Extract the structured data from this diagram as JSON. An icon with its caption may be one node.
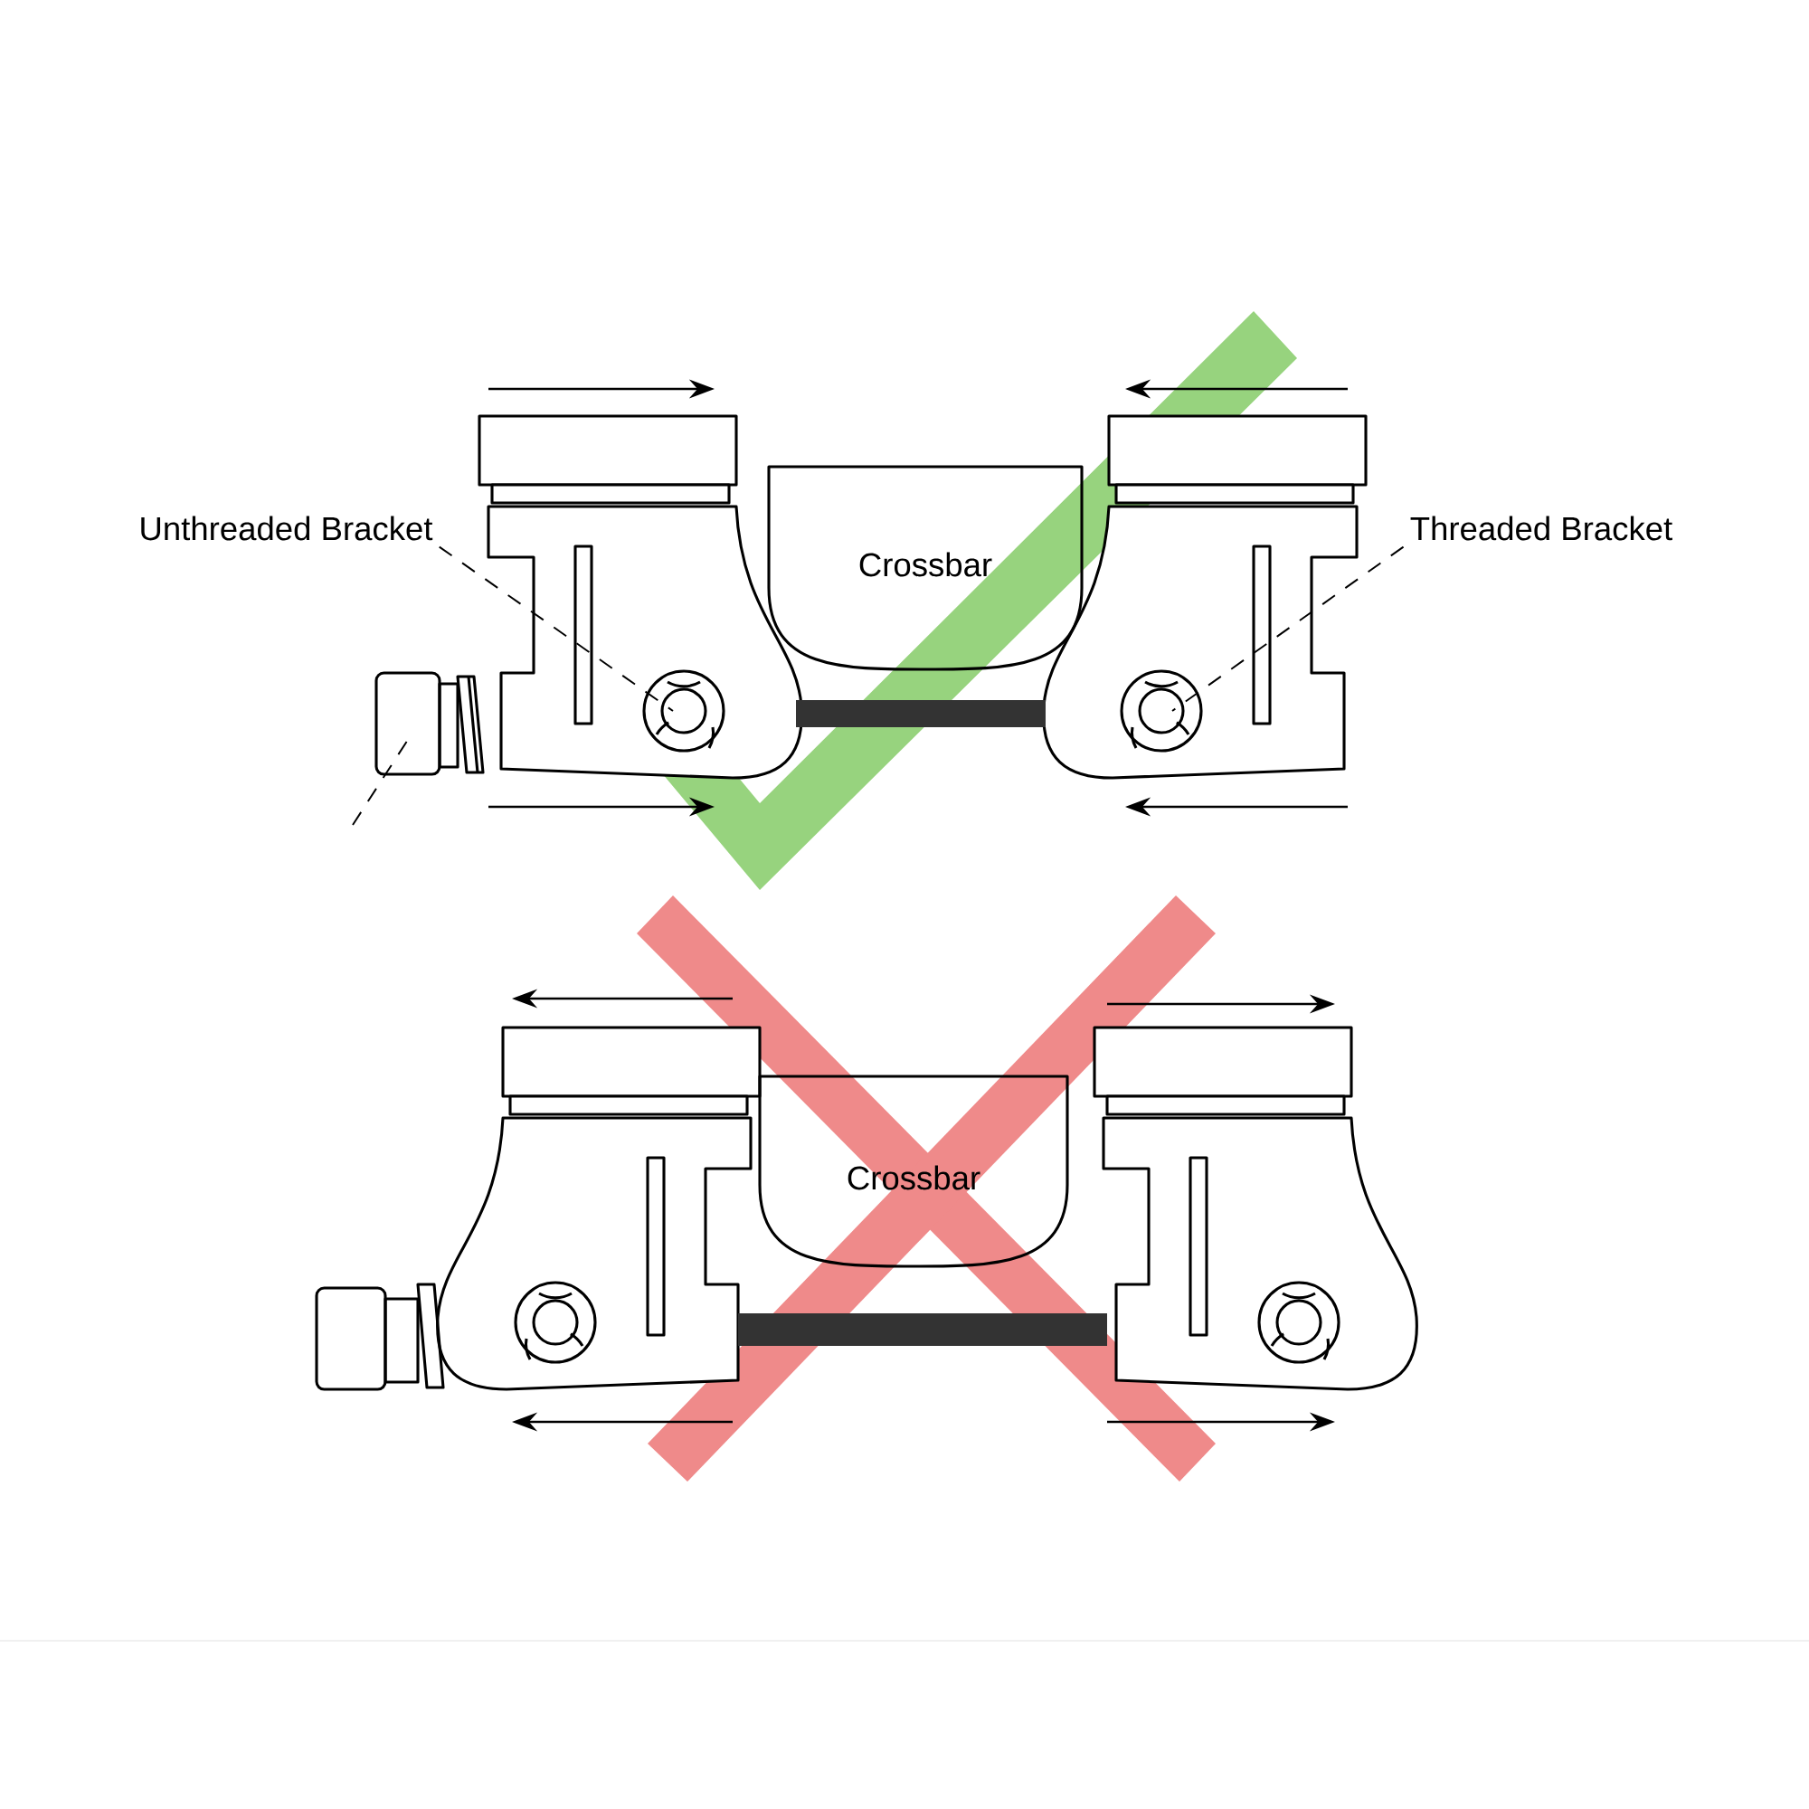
{
  "diagram": {
    "nodes": [
      {
        "text": [
          "Unthreaded Bracket"
        ]
      },
      {
        "text": [
          "Threaded Bracket"
        ]
      },
      {
        "text": [
          "Crossbar"
        ]
      },
      {
        "text": [
          "Crossbar"
        ]
      },
      {
        "text": [],
        "shape": "picture"
      },
      {
        "text": [],
        "shape": "picture"
      },
      {
        "text": [],
        "shape": "picture"
      },
      {
        "text": [],
        "shape": "picture"
      }
    ],
    "edges": [
      {
        "from": 0,
        "to": 4,
        "arrow": "none",
        "style": "dashed"
      },
      {
        "from": 1,
        "to": 5,
        "arrow": "none",
        "style": "dashed"
      }
    ]
  }
}
